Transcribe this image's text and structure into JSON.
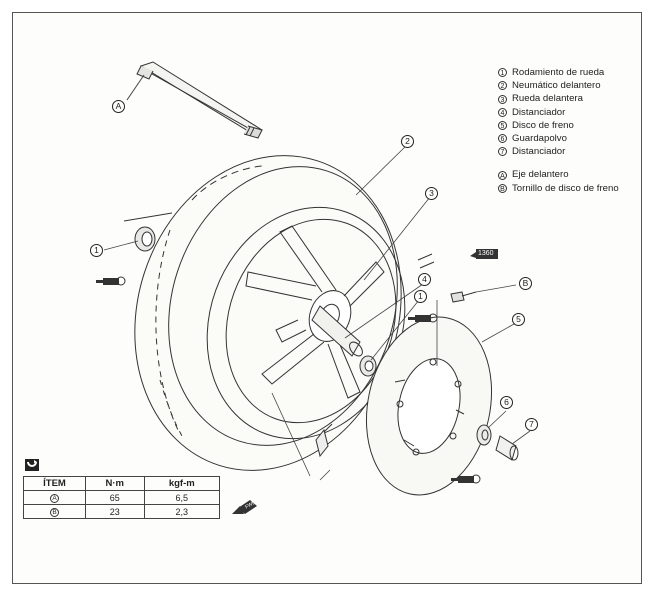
{
  "legend": {
    "parts": [
      {
        "num": "1",
        "label": "Rodamiento de rueda"
      },
      {
        "num": "2",
        "label": "Neumático delantero"
      },
      {
        "num": "3",
        "label": "Rueda delantera"
      },
      {
        "num": "4",
        "label": "Distanciador"
      },
      {
        "num": "5",
        "label": "Disco de freno"
      },
      {
        "num": "6",
        "label": "Guardapolvo"
      },
      {
        "num": "7",
        "label": "Distanciador"
      }
    ],
    "fasteners": [
      {
        "letter": "A",
        "label": "Eje delantero"
      },
      {
        "letter": "B",
        "label": "Tornillo de disco de freno"
      }
    ]
  },
  "callouts": {
    "a": "A",
    "b": "B",
    "n1": "1",
    "n1b": "1",
    "n2": "2",
    "n3": "3",
    "n4": "4",
    "n5": "5",
    "n6": "6",
    "n7": "7"
  },
  "torque_table": {
    "headers": [
      "ÍTEM",
      "N·m",
      "kgf-m"
    ],
    "rows": [
      {
        "item": "A",
        "nm": "65",
        "kgfm": "6,5"
      },
      {
        "item": "B",
        "nm": "23",
        "kgfm": "2,3"
      }
    ]
  },
  "labels": {
    "grease_tag": "1360",
    "fwd": "FWD"
  }
}
